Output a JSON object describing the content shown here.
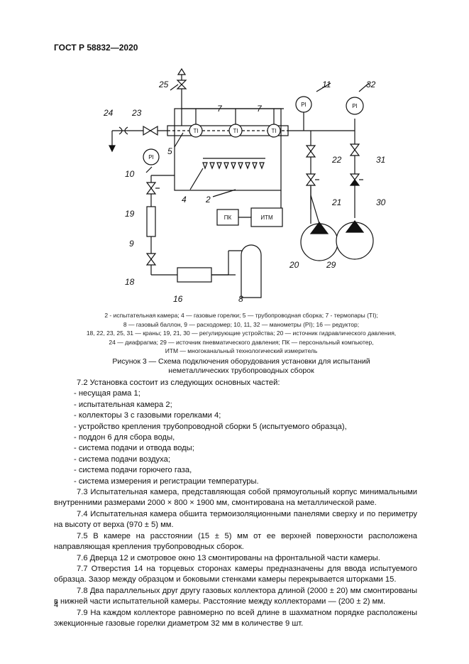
{
  "header": {
    "standard": "ГОСТ Р 58832—2020"
  },
  "diagram": {
    "callouts": [
      "25",
      "24",
      "23",
      "7",
      "7",
      "11",
      "32",
      "5",
      "10",
      "22",
      "31",
      "4",
      "2",
      "21",
      "30",
      "19",
      "9",
      "20",
      "29",
      "18",
      "16",
      "8"
    ],
    "gauge_label": "PI",
    "thermo_label": "TI",
    "pc_label": "ПК",
    "itm_label": "ИТМ"
  },
  "legend": {
    "lines": [
      "2 - испытательная камера; 4 — газовые горелки; 5 — трубопроводная сборка; 7 - термопары (ТI);",
      "8 — газовый баллон, 9 — расходомер; 10, 11, 32 — манометры (PI); 16 — редуктор;",
      "18, 22, 23, 25, 31 — краны; 19, 21, 30 — регулирующие устройства; 20 — источник гидравлического давления,",
      "24 — диафрагма; 29 — источник пневматического давления; ПК — персональный компьютер,",
      "ИТМ — многоканальный технологический измеритель"
    ]
  },
  "caption": {
    "line1": "Рисунок 3 — Схема подключения оборудования установки для испытаний",
    "line2": "неметаллических трубопроводных сборок"
  },
  "body": {
    "p72_intro": "7.2 Установка состоит из следующих основных частей:",
    "list": [
      "- несущая рама 1;",
      "- испытательная камера 2;",
      "- коллекторы 3 с газовыми горелками 4;",
      "- устройство крепления трубопроводной сборки 5 (испытуемого образца),",
      "- поддон 6 для сбора воды,",
      "- система подачи и отвода воды;",
      "- система подачи воздуха;",
      "- система подачи горючего газа,",
      "- система измерения и регистрации температуры."
    ],
    "paragraphs": [
      "7.3 Испытательная камера, представляющая собой прямоугольный корпус минимальными внутренними размерами 2000 × 800 × 1900 мм, смонтирована на металлической раме.",
      "7.4 Испытательная камера обшита термоизоляционными панелями сверху и по периметру на высоту от верха (970 ± 5) мм.",
      "7.5 В камере на расстоянии (15 ± 5) мм от ее верхней поверхности расположена направляющая крепления трубопроводных сборок.",
      "7.6 Дверца 12 и смотровое окно 13 смонтированы на фронтальной части камеры.",
      "7.7 Отверстия 14 на торцевых сторонах камеры предназначены для ввода испытуемого образца. Зазор между образцом и боковыми стенками камеры перекрывается шторками 15.",
      "7.8 Два параллельных друг другу газовых коллектора длиной (2000 ± 20) мм смонтированы в нижней части испытательной камеры. Расстояние между коллекторами — (200 ± 2) мм.",
      "7.9 На каждом коллекторе равномерно по всей длине в шахматном порядке расположены эжекционные газовые горелки диаметром 32 мм в количестве 9 шт."
    ]
  },
  "footer": {
    "page_number": "4"
  }
}
